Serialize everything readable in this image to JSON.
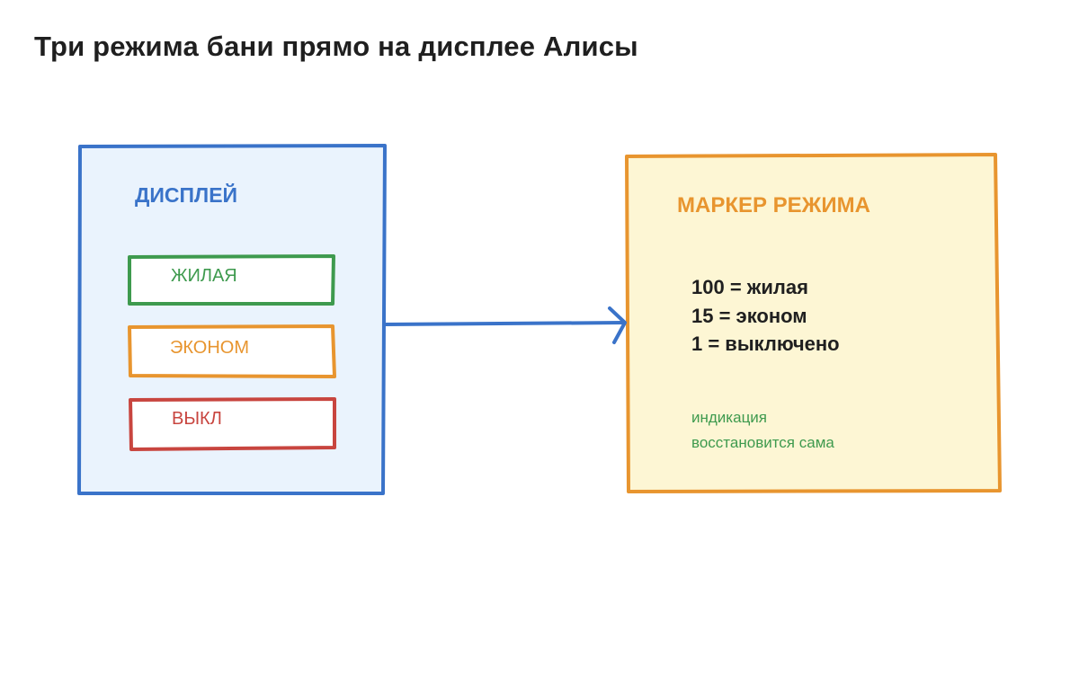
{
  "title": "Три режима бани прямо на дисплее Алисы",
  "display": {
    "title": "ДИСПЛЕЙ",
    "modes": [
      {
        "label": "ЖИЛАЯ",
        "color": "#3e9a4e"
      },
      {
        "label": "ЭКОНОМ",
        "color": "#e8952f"
      },
      {
        "label": "ВЫКЛ",
        "color": "#c8453f"
      }
    ],
    "border_color": "#3a73c9",
    "fill_color": "#eaf3fd"
  },
  "marker": {
    "title": "МАРКЕР РЕЖИМА",
    "lines": [
      "100 = жилая",
      "15 = эконом",
      "1 = выключено"
    ],
    "note": [
      "индикация",
      "восстановится сама"
    ],
    "border_color": "#e8952f",
    "fill_color": "#fdf6d4"
  },
  "arrow_color": "#3a73c9"
}
